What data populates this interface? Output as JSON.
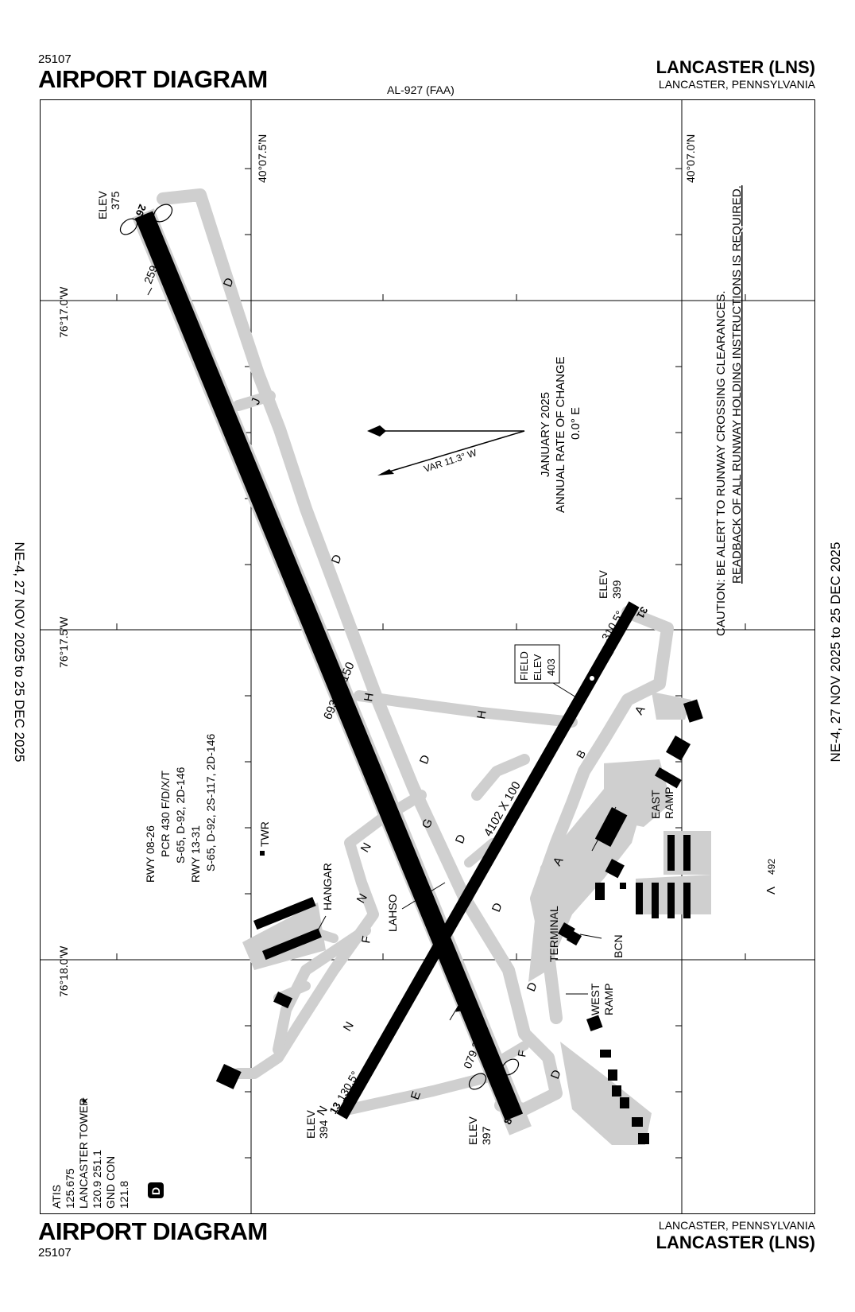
{
  "header": {
    "chart_code": "25107",
    "title": "AIRPORT DIAGRAM",
    "procedure_id": "AL-927 (FAA)",
    "airport": "LANCASTER (LNS)",
    "city_state": "LANCASTER, PENNSYLVANIA"
  },
  "footer": {
    "title": "AIRPORT DIAGRAM",
    "chart_code": "25107",
    "city_state": "LANCASTER, PENNSYLVANIA",
    "airport": "LANCASTER (LNS)"
  },
  "effective_dates": "NE-4, 27 NOV 2025  to  25 DEC 2025",
  "grid": {
    "lat_north": "40°07.5'N",
    "lat_south": "40°07.0'N",
    "lon_1": "76°17.0'W",
    "lon_2": "76°17.5'W",
    "lon_3": "76°18.0'W"
  },
  "caution": {
    "line1": "CAUTION: BE ALERT TO RUNWAY CROSSING CLEARANCES.",
    "line2": "READBACK OF ALL RUNWAY HOLDING INSTRUCTIONS IS REQUIRED."
  },
  "magnetic_variation": {
    "var": "VAR 11.3° W",
    "date": "JANUARY 2025",
    "rate_label": "ANNUAL RATE OF CHANGE",
    "rate": "0.0° E"
  },
  "runway_info": {
    "rwy_08_26": "RWY 08-26",
    "pcr_08_26": "PCR 430 F/D/X/T",
    "wt_08_26": "S-65, D-92, 2D-146",
    "rwy_13_31": "RWY 13-31",
    "wt_13_31": "S-65, D-92, 2S-117, 2D-146"
  },
  "runways": {
    "rwy_08_26_dims": "6933 X 150",
    "rwy_13_31_dims": "4102 X 100",
    "rwy_26_num": "26",
    "rwy_08_num": "8",
    "rwy_13_num": "13",
    "rwy_31_num": "31",
    "hdg_259": "259.3°",
    "hdg_079": "079.3°",
    "hdg_130": "130.5°",
    "hdg_310": "310.5°",
    "elev_label": "ELEV",
    "elev_26": "375",
    "elev_08": "397",
    "elev_13": "394",
    "elev_31": "399"
  },
  "field_elev": {
    "line1": "FIELD",
    "line2": "ELEV",
    "value": "403"
  },
  "taxiways": {
    "A": "A",
    "B": "B",
    "D": "D",
    "E": "E",
    "F": "F",
    "G": "G",
    "H": "H",
    "J": "J",
    "N": "N"
  },
  "labels": {
    "lahso": "LAHSO",
    "hangar": "HANGAR",
    "twr": "TWR",
    "terminal": "TERMINAL",
    "bcn": "BCN",
    "east_ramp_1": "EAST",
    "east_ramp_2": "RAMP",
    "west_ramp_1": "WEST",
    "west_ramp_2": "RAMP",
    "obstacle": "492"
  },
  "frequencies": {
    "atis_label": "ATIS",
    "atis": "125.675",
    "tower_label": "LANCASTER TOWER",
    "tower": "120.9  251.1",
    "gnd_label": "GND CON",
    "gnd": "121.8",
    "d_box": "D"
  },
  "colors": {
    "pavement": "#cfcfcf",
    "runway": "#000000",
    "frame": "#000000"
  }
}
